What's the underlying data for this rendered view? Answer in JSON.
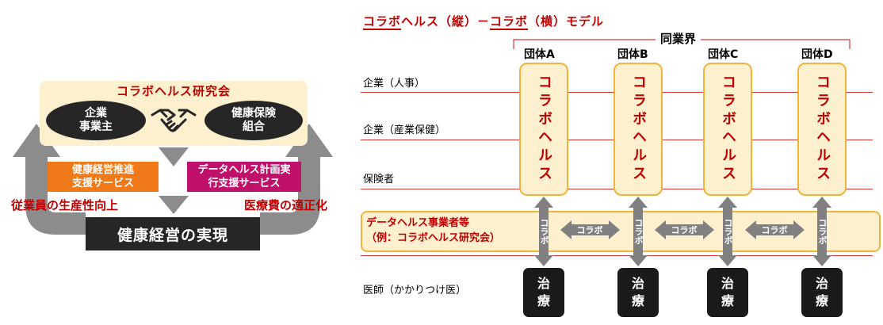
{
  "left": {
    "research_title": "コラボヘルス研究会",
    "left_entity": "企業\n事業主",
    "right_entity": "健康保険\n組合",
    "service_left": "健康経営推進\n支援サービス",
    "service_right": "データヘルス計画実\n行支援サービス",
    "caption_left": "従業員の生産性向上",
    "caption_right": "医療費の適正化",
    "result": "健康経営の実現",
    "colors": {
      "orange": "#f07a1a",
      "magenta": "#c0116a",
      "red": "#c00000",
      "dark": "#262626",
      "arrow": "#8c8c8c"
    }
  },
  "right": {
    "title_part1": "コラボ",
    "title_part2": "ヘルス（縦）－",
    "title_part3": "コラボ",
    "title_part4": "（横）モデル",
    "industry": "同業界",
    "groups": [
      "団体A",
      "団体B",
      "団体C",
      "団体D"
    ],
    "rows": [
      "企業（人事）",
      "企業（産業保健）",
      "保険者"
    ],
    "column_text": "コラボヘルス",
    "data_band": "データヘルス事業者等\n（例：コラボヘルス研究会）",
    "vertical_arrow_label": "コラボ",
    "horizontal_arrow_label": "コラボ",
    "doctor": "医師（かかりつけ医）",
    "treatment": "治\n療"
  }
}
